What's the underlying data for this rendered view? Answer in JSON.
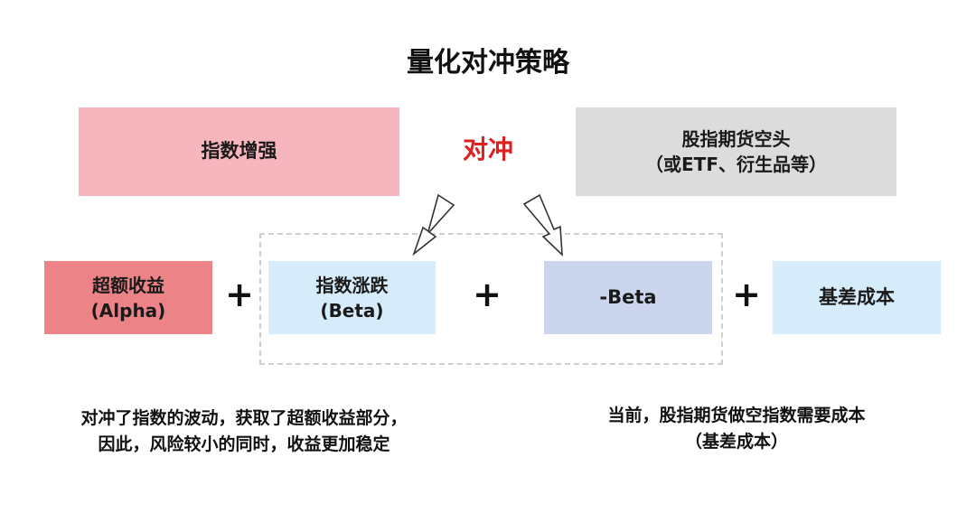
{
  "title": "量化对冲策略",
  "top": {
    "left_box": "指数增强",
    "hedge_label": "对冲",
    "right_box_line1": "股指期货空头",
    "right_box_line2": "（或ETF、衍生品等）"
  },
  "formula": {
    "alpha_line1": "超额收益",
    "alpha_line2": "(Alpha)",
    "beta_line1": "指数涨跌",
    "beta_line2": "(Beta)",
    "neg_beta": "-Beta",
    "basis_cost": "基差成本",
    "plus": "+"
  },
  "notes": {
    "left_line1": "对冲了指数的波动，获取了超额收益部分，",
    "left_line2": "因此，风险较小的同时，收益更加稳定",
    "right_line1": "当前，股指期货做空指数需要成本",
    "right_line2": "（基差成本）"
  },
  "colors": {
    "index_enhance_box": "#f7b6bd",
    "futures_box": "#dcdcdc",
    "hedge_text": "#e02020",
    "alpha_box": "#ec8387",
    "beta_box": "#d6ecfb",
    "neg_beta_box": "#cbd5ee",
    "basis_box": "#d6ecfb"
  }
}
